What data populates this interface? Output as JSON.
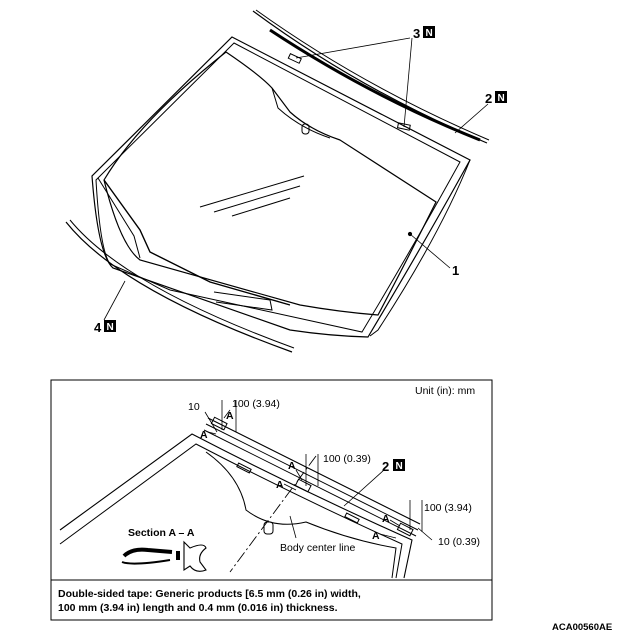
{
  "callouts": {
    "c1": "1",
    "c2": "2",
    "c3": "3",
    "c4": "4",
    "n_mark": "N"
  },
  "detail": {
    "unit": "Unit (in): mm",
    "dim_10_left": "10",
    "dim_100_left": "100 (3.94)",
    "dim_100_center": "100 (0.39)",
    "dim_100_right": "100 (3.94)",
    "dim_10_right": "10 (0.39)",
    "section_mark": "A",
    "section_title": "Section A – A",
    "center_line": "Body center line",
    "callout_2": "2"
  },
  "note": {
    "line1": "Double-sided tape: Generic products [6.5 mm (0.26 in) width,",
    "line2": "100 mm (3.94 in) length and 0.4 mm (0.016 in) thickness."
  },
  "figure_id": "ACA00560AE"
}
